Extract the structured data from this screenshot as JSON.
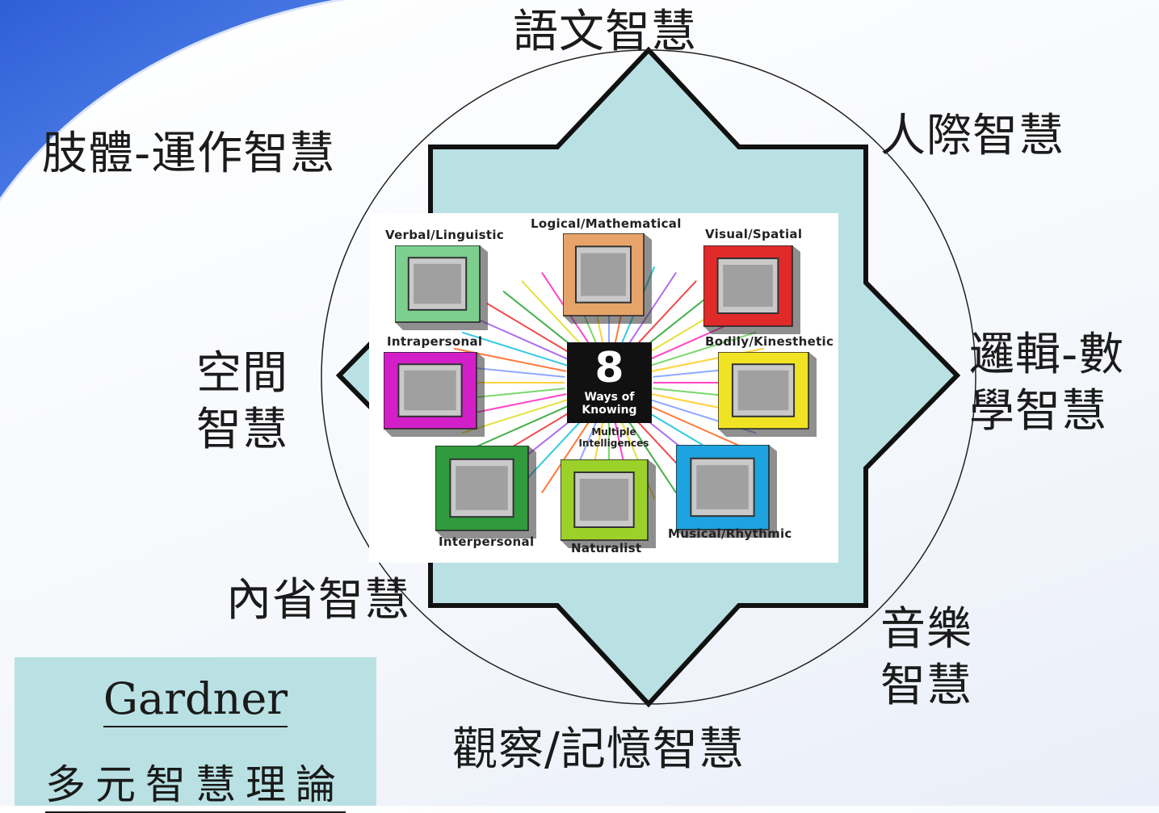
{
  "labels": {
    "linguistic": "語文智慧",
    "interpersonal": "人際智慧",
    "logical": "邏輯-數學智慧",
    "bodily": "肢體-運作智慧",
    "spatial": "空間智慧",
    "intrapersonal": "內省智慧",
    "musical": "音樂智慧",
    "naturalist": "觀察/記憶智慧"
  },
  "image_panel": {
    "boxes": [
      {
        "label": "Verbal/Linguistic",
        "color": "#7ccf8e",
        "icon": "book-icon"
      },
      {
        "label": "Logical/Mathematical",
        "color": "#e7a46a",
        "icon": "calculator-icon"
      },
      {
        "label": "Visual/Spatial",
        "color": "#e02a2a",
        "icon": "eye-icon"
      },
      {
        "label": "Intrapersonal",
        "color": "#d21fc8",
        "icon": "sun-icon"
      },
      {
        "label": "Bodily/Kinesthetic",
        "color": "#f0e324",
        "icon": "arm-icon"
      },
      {
        "label": "Interpersonal",
        "color": "#2f9b3c",
        "icon": "handshake-icon"
      },
      {
        "label": "Naturalist",
        "color": "#9cd12a",
        "icon": "plant-icon"
      },
      {
        "label": "Musical/Rhythmic",
        "color": "#1da4e0",
        "icon": "music-note-icon"
      }
    ],
    "center": {
      "number": "8",
      "line1": "Ways of",
      "line2": "Knowing",
      "caption1": "Multiple",
      "caption2": "Intelligences"
    }
  },
  "title_box": {
    "name": "Gardner",
    "subtitle": "多元智慧理論"
  },
  "colors": {
    "star_fill": "#b9e1e3",
    "title_box_bg": "#b9e1e3",
    "corner_swoosh": "#3f73e0"
  }
}
